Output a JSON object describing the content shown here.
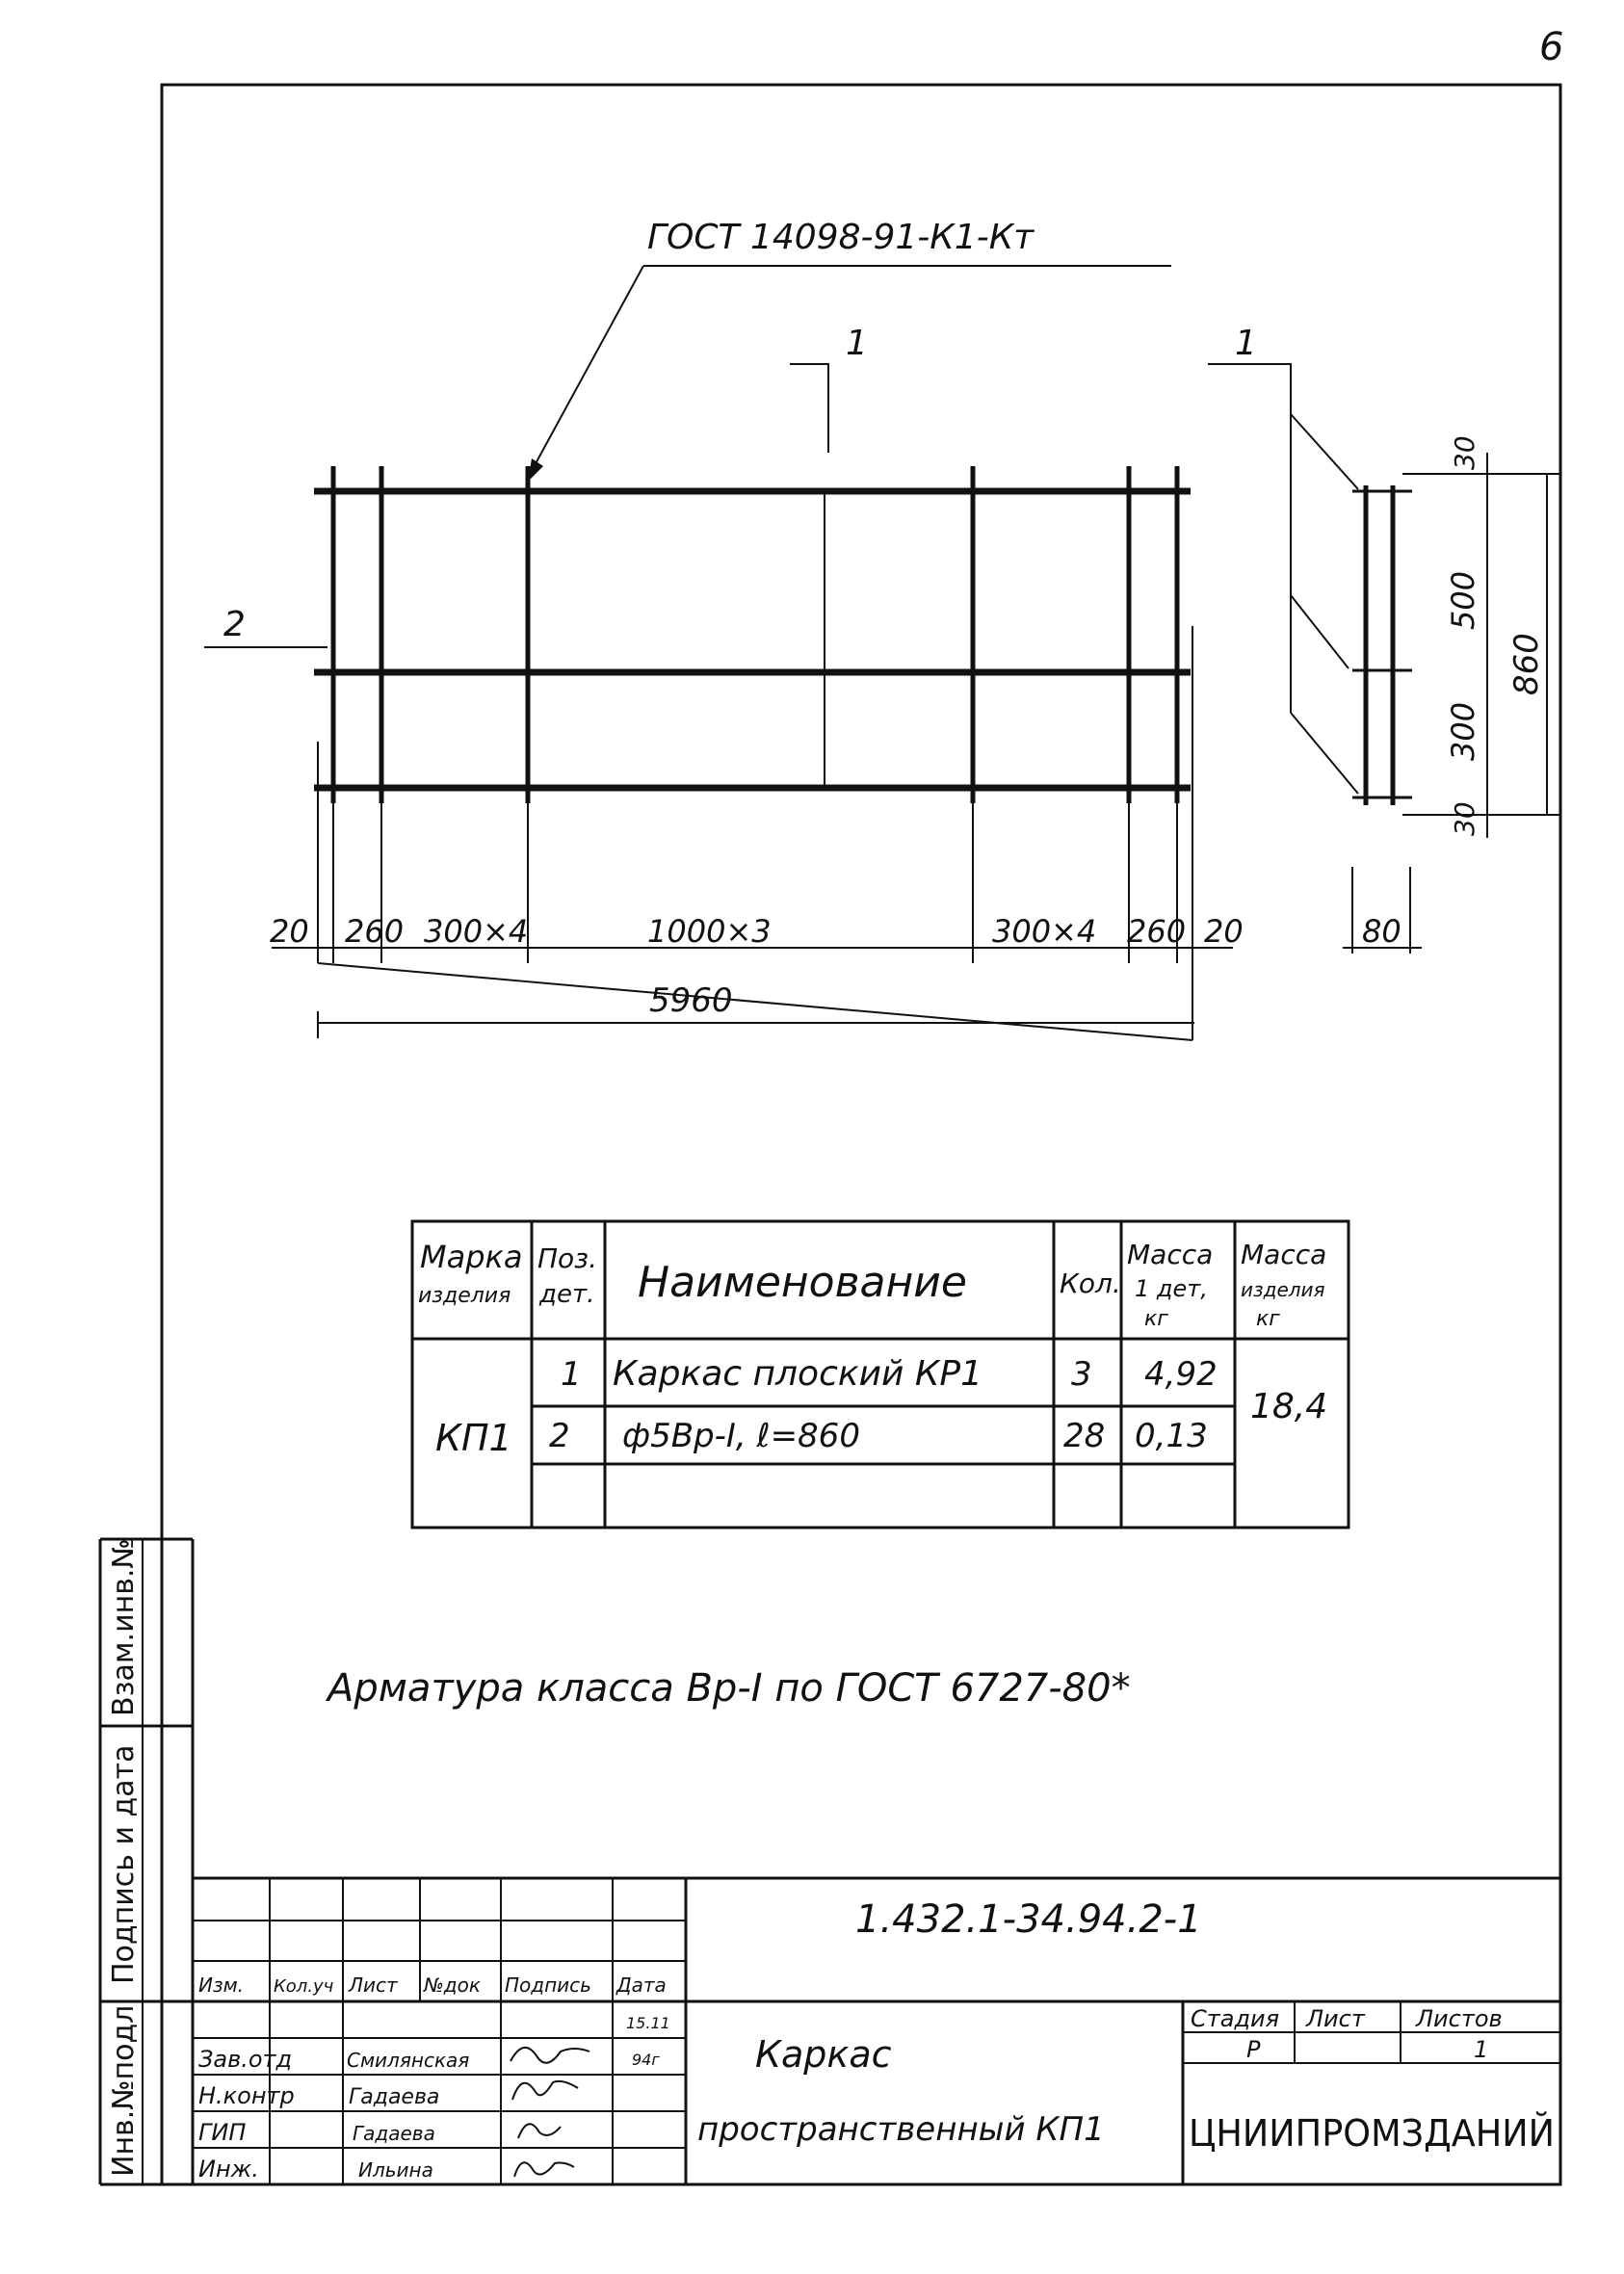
{
  "page_number": "6",
  "drawing": {
    "leader_note": "ГОСТ 14098-91-К1-Кт",
    "section_mark_1": "1",
    "section_mark_1b": "1",
    "pos_mark_2": "2",
    "dims_bottom": [
      "20",
      "260",
      "300×4",
      "1000×3",
      "300×4",
      "260",
      "20"
    ],
    "dim_total": "5960",
    "dims_side": [
      "30",
      "500",
      "300",
      "30"
    ],
    "dim_side_total": "860",
    "dim_side_width": "80"
  },
  "spec_table": {
    "headers": {
      "mark": [
        "Марка",
        "изделия"
      ],
      "pos": [
        "Поз.",
        "дет."
      ],
      "name": "Наименование",
      "qty": "Кол.",
      "mass_part": [
        "Масса",
        "1 дет,",
        "кг"
      ],
      "mass_item": [
        "Масса",
        "изделия",
        "кг"
      ]
    },
    "item_mark": "КП1",
    "item_mass": "18,4",
    "rows": [
      {
        "pos": "1",
        "name": "Каркас плоский КР1",
        "qty": "3",
        "mass": "4,92"
      },
      {
        "pos": "2",
        "name": "ф5Вр-I, ℓ=860",
        "qty": "28",
        "mass": "0,13"
      }
    ]
  },
  "note": "Арматура класса Вр-I по ГОСТ 6727-80*",
  "side_stamp": {
    "inv_orig": "Инв.№подл",
    "sign_date": "Подпись и дата",
    "inv_replace": "Взам.инв.№"
  },
  "title_block": {
    "doc_code": "1.432.1-34.94.2-1",
    "col_headers": [
      "Изм.",
      "Кол.уч",
      "Лист",
      "№док",
      "Подпись",
      "Дата"
    ],
    "date_value": [
      "15.11",
      "94г"
    ],
    "roles": [
      {
        "role": "Зав.отд",
        "name": "Смилянская"
      },
      {
        "role": "Н.контр",
        "name": "Гадаева"
      },
      {
        "role": "ГИП",
        "name": "Гадаева"
      },
      {
        "role": "Инж.",
        "name": "Ильина"
      }
    ],
    "title_line1": "Каркас",
    "title_line2": "пространственный КП1",
    "status_header": "Стадия",
    "sheet_header": "Лист",
    "sheets_header": "Листов",
    "status_value": "Р",
    "sheets_value": "1",
    "organization": "ЦНИИПРОМЗДАНИЙ"
  }
}
